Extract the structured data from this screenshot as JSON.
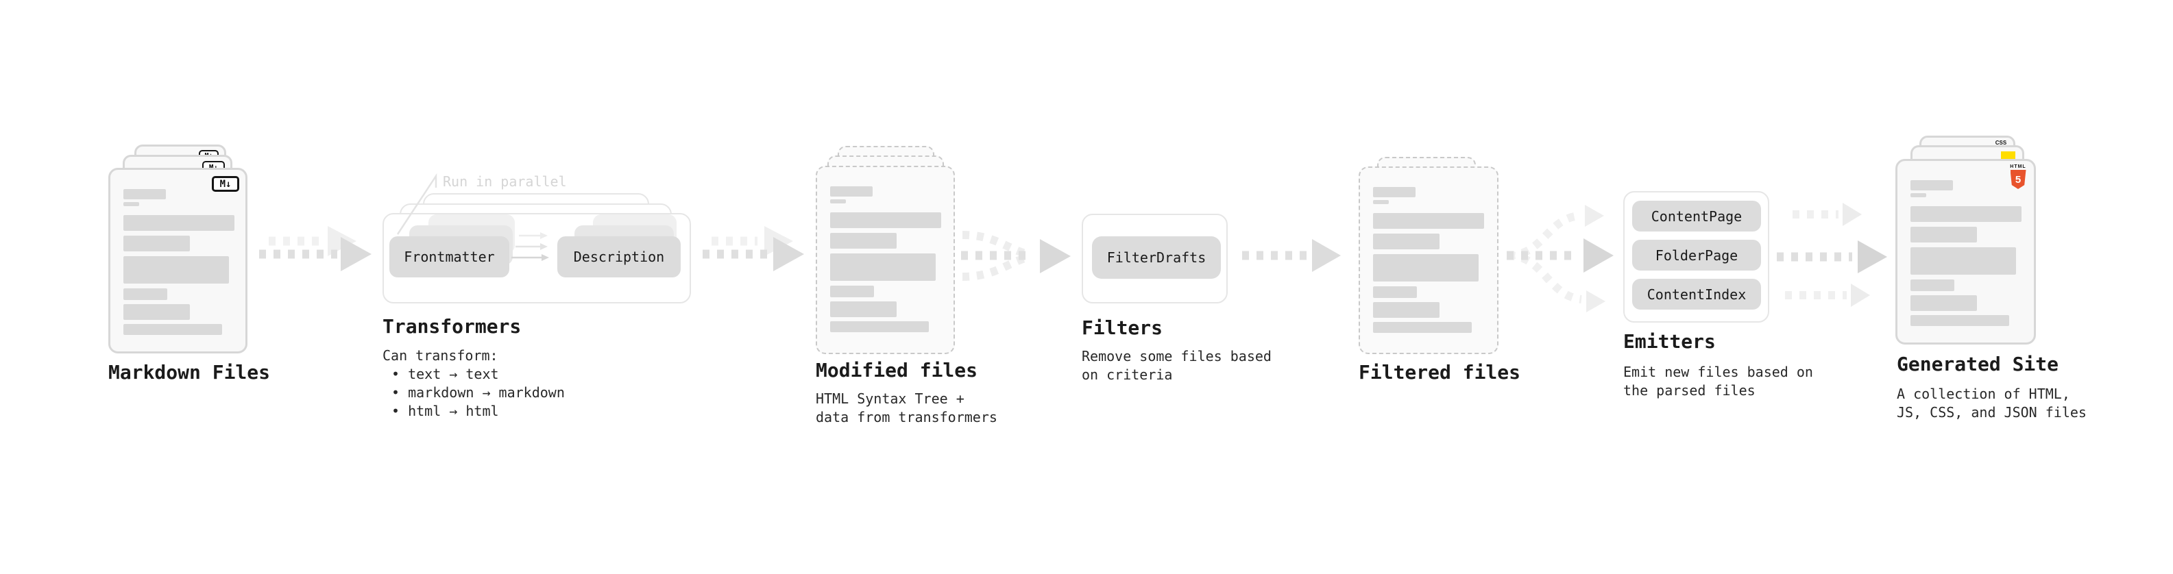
{
  "stages": {
    "markdown": {
      "title": "Markdown Files",
      "badge": "M↓"
    },
    "transformers": {
      "title": "Transformers",
      "annotation": "Run in parallel",
      "nodes": [
        "Frontmatter",
        "Description"
      ],
      "description": [
        "Can transform:",
        "• text → text",
        "• markdown → markdown",
        "• html → html"
      ]
    },
    "modified": {
      "title": "Modified files",
      "description": [
        "HTML Syntax Tree +",
        "data from transformers"
      ]
    },
    "filters": {
      "title": "Filters",
      "nodes": [
        "FilterDrafts"
      ],
      "description": [
        "Remove some files based",
        "on criteria"
      ]
    },
    "filtered": {
      "title": "Filtered files"
    },
    "emitters": {
      "title": "Emitters",
      "nodes": [
        "ContentPage",
        "FolderPage",
        "ContentIndex"
      ],
      "description": [
        "Emit new files based on",
        "the parsed files"
      ]
    },
    "generated": {
      "title": "Generated Site",
      "description": [
        "A collection of HTML,",
        "JS, CSS, and JSON files"
      ],
      "icons": {
        "html_label": "HTML",
        "html_number": "5",
        "css_label": "CSS"
      }
    }
  },
  "colors": {
    "html5_orange": "#e8532c",
    "js_yellow": "#ffdd00",
    "css_blue": "#1572b6",
    "node_fill": "#dcdcdc",
    "bar_fill": "#d9d9d9",
    "doc_border": "#d7d7d7",
    "text": "#1b1b1b",
    "annotation_gray": "#d5d5d5"
  }
}
